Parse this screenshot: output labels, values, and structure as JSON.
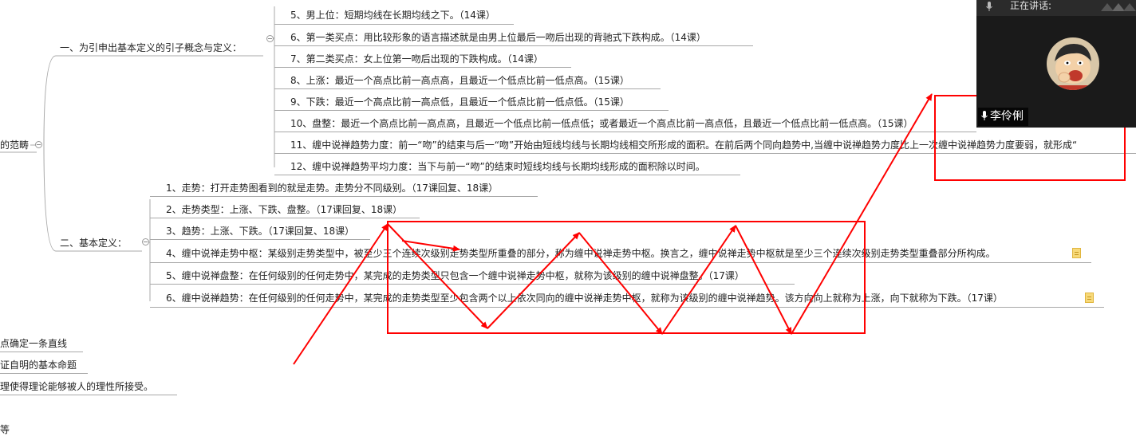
{
  "root_partial": "的范畴",
  "branch1": {
    "title": "一、为引申出基本定义的引子概念与定义：",
    "items": [
      "5、男上位：短期均线在长期均线之下。（14课）",
      "6、第一类买点：用比较形象的语言描述就是由男上位最后一吻后出现的背驰式下跌构成。（14课）",
      "7、第二类买点：女上位第一吻后出现的下跌构成。（14课）",
      "8、上涨：最近一个高点比前一高点高，且最近一个低点比前一低点高。（15课）",
      "9、下跌：最近一个高点比前一高点低，且最近一个低点比前一低点低。（15课）",
      "10、盘整：最近一个高点比前一高点高，且最近一个低点比前一低点低；或者最近一个高点比前一高点低，且最近一个低点比前一低点高。（15课）",
      "11、缠中说禅趋势力度：前一“吻”的结束与后一“吻”开始由短线均线与长期均线相交所形成的面积。在前后两个同向趋势中,当缠中说禅趋势力度比上一次缠中说禅趋势力度要弱，就形成“",
      "12、缠中说禅趋势平均力度：当下与前一“吻”的结束时短线均线与长期均线形成的面积除以时间。"
    ]
  },
  "branch2": {
    "title": "二、基本定义：",
    "items": [
      "1、走势：打开走势图看到的就是走势。走势分不同级别。（17课回复、18课）",
      "2、走势类型：上涨、下跌、盘整。（17课回复、18课）",
      "3、趋势：上涨、下跌。（17课回复、18课）",
      "4、缠中说禅走势中枢：某级别走势类型中，被至少三个连续次级别走势类型所重叠的部分，称为缠中说禅走势中枢。换言之，缠中说禅走势中枢就是至少三个连续次级别走势类型重叠部分所构成。",
      "5、缠中说禅盘整：在任何级别的任何走势中，某完成的走势类型只包含一个缠中说禅走势中枢，就称为该级别的缠中说禅盘整。（17课）",
      "6、缠中说禅趋势：在任何级别的任何走势中，某完成的走势类型至少包含两个以上依次同向的缠中说禅走势中枢，就称为该级别的缠中说禅趋势。该方向向上就称为上涨，向下就称为下跌。（17课）"
    ]
  },
  "left_fragments": [
    "两点确定一条直线",
    "不证自明的基本命题",
    "公理使得理论能够被人的理性所接受。",
    "相等"
  ],
  "call_overlay": {
    "speaking_label": "正在讲话:",
    "speaker_name": "李伶俐"
  },
  "colors": {
    "annotation": "#ff0000",
    "connector": "#a8a8a8"
  },
  "icons": [
    "collapse-toggle-icon",
    "note-icon",
    "microphone-icon",
    "avatar"
  ]
}
